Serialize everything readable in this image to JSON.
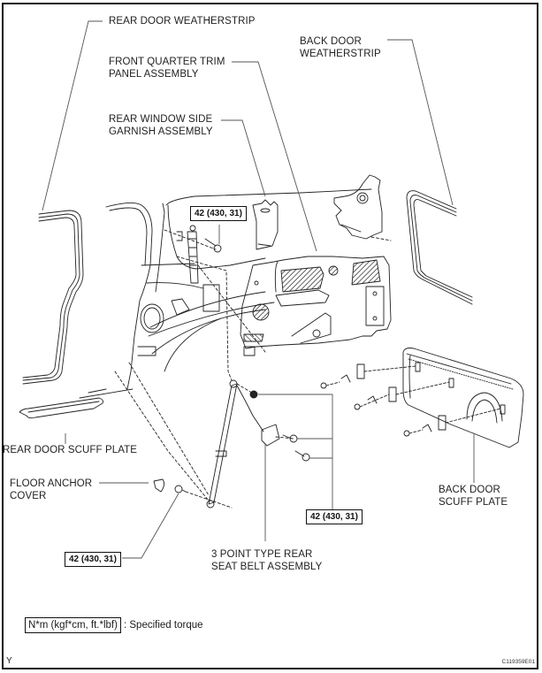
{
  "diagram": {
    "labels": {
      "rear_door_weatherstrip": "REAR DOOR WEATHERSTRIP",
      "front_quarter_trim": "FRONT QUARTER TRIM\nPANEL ASSEMBLY",
      "rear_window_garnish": "REAR WINDOW SIDE\nGARNISH ASSEMBLY",
      "back_door_weatherstrip": "BACK DOOR\nWEATHERSTRIP",
      "rear_door_scuff_plate": "REAR DOOR SCUFF PLATE",
      "floor_anchor_cover": "FLOOR ANCHOR\nCOVER",
      "seat_belt_assembly": "3 POINT TYPE REAR\nSEAT BELT ASSEMBLY",
      "back_door_scuff_plate": "BACK DOOR\nSCUFF PLATE"
    },
    "torque_specs": [
      {
        "value": "42 (430, 31)",
        "location": "upper anchor bolt"
      },
      {
        "value": "42 (430, 31)",
        "location": "seat belt retractor bolts"
      },
      {
        "value": "42 (430, 31)",
        "location": "floor anchor bolt"
      }
    ],
    "legend": {
      "unit_box": "N*m (kgf*cm, ft.*lbf)",
      "description": ": Specified torque"
    },
    "corner_mark": "Y",
    "image_id": "C119359E01"
  }
}
